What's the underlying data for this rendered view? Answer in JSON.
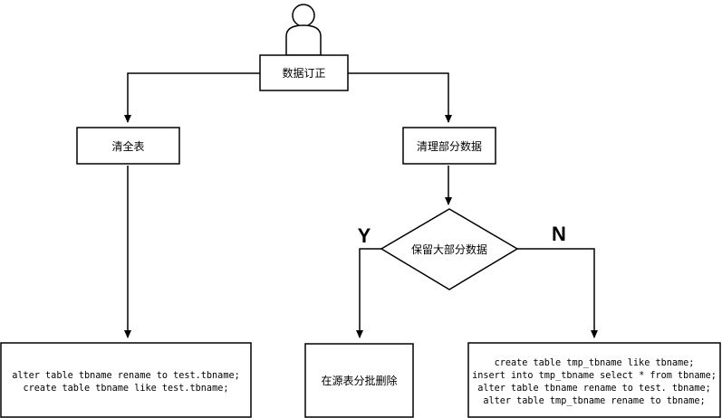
{
  "nodes": {
    "start": "数据订正",
    "clear_all": "清全表",
    "clear_part": "清理部分数据",
    "decision": "保留大部分数据",
    "batch_delete": "在源表分批删除",
    "left_code": [
      "alter table tbname rename to test.tbname;",
      "create table tbname like test.tbname;"
    ],
    "right_code": [
      "create table tmp_tbname like tbname;",
      "insert into tmp_tbname select * from tbname;",
      "alter table tbname rename to test. tbname;",
      "alter table tmp_tbname rename to tbname;"
    ]
  },
  "labels": {
    "yes": "Y",
    "no": "N"
  },
  "icons": {
    "actor": "person-icon"
  }
}
